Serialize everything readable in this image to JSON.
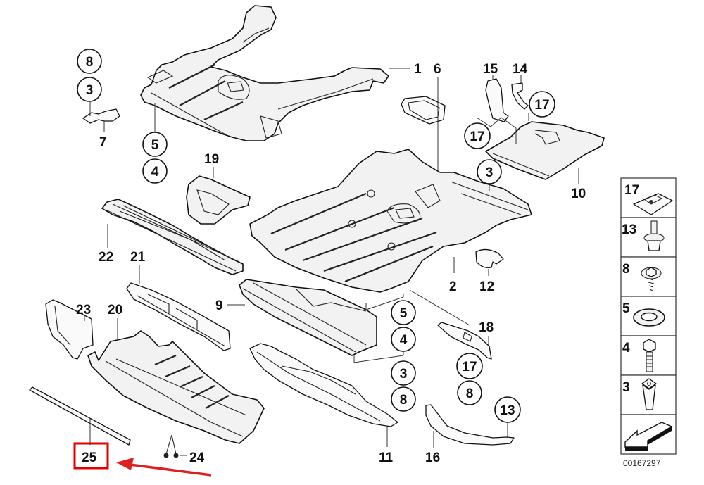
{
  "diagram": {
    "type": "exploded-parts-diagram",
    "subject": "Underbody panelling / underbody shields",
    "diagram_code": "00167297",
    "highlight": {
      "part": "25",
      "box_color": "#e00000",
      "arrow_color": "#e02020"
    },
    "part_labels": {
      "p1": "1",
      "p2": "2",
      "p6": "6",
      "p7": "7",
      "p9": "9",
      "p10": "10",
      "p11": "11",
      "p12": "12",
      "p14": "14",
      "p15": "15",
      "p16": "16",
      "p18": "18",
      "p19": "19",
      "p20": "20",
      "p21": "21",
      "p22": "22",
      "p23": "23",
      "p24": "24",
      "p25": "25"
    },
    "callouts": [
      {
        "id": "c-8a",
        "label": "8"
      },
      {
        "id": "c-3a",
        "label": "3"
      },
      {
        "id": "c-5a",
        "label": "5"
      },
      {
        "id": "c-4a",
        "label": "4"
      },
      {
        "id": "c-17a",
        "label": "17"
      },
      {
        "id": "c-17b",
        "label": "17"
      },
      {
        "id": "c-3b",
        "label": "3"
      },
      {
        "id": "c-5b",
        "label": "5"
      },
      {
        "id": "c-4b",
        "label": "4"
      },
      {
        "id": "c-3c",
        "label": "3"
      },
      {
        "id": "c-8b",
        "label": "8"
      },
      {
        "id": "c-17c",
        "label": "17"
      },
      {
        "id": "c-8c",
        "label": "8"
      },
      {
        "id": "c-13",
        "label": "13"
      }
    ],
    "legend": [
      {
        "label": "17",
        "item": "clip nut"
      },
      {
        "label": "13",
        "item": "expanding rivet"
      },
      {
        "label": "8",
        "item": "screw with washer"
      },
      {
        "label": "5",
        "item": "washer"
      },
      {
        "label": "4",
        "item": "hex bolt"
      },
      {
        "label": "3",
        "item": "nut clip"
      },
      {
        "label": "",
        "item": "direction-of-travel arrow"
      }
    ]
  }
}
